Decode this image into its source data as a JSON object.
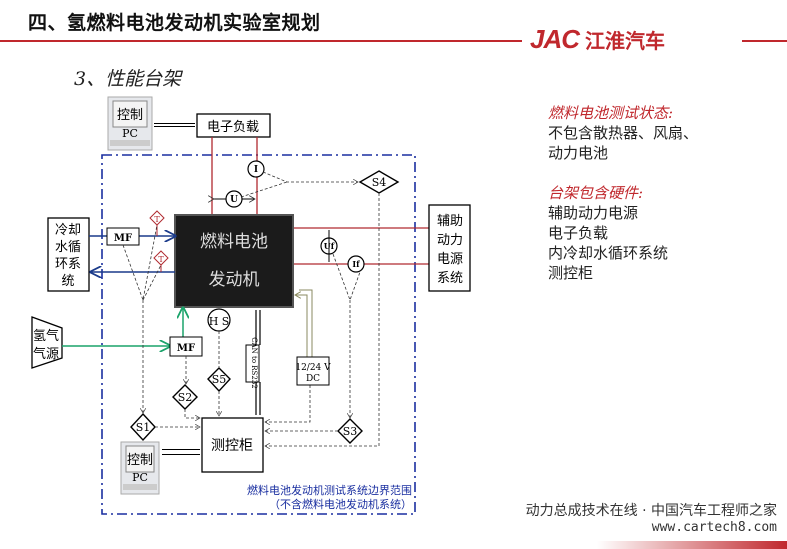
{
  "header": {
    "title": "四、氢燃料电池发动机实验室规划",
    "logo_en": "JAC",
    "logo_cn": "江淮汽车",
    "accent": "#c0282d"
  },
  "subtitle": "3、性能台架",
  "diagram": {
    "pc_top": {
      "l1": "控制",
      "l2": "PC"
    },
    "pc_bottom": {
      "l1": "控制",
      "l2": "PC"
    },
    "eload": "电子负载",
    "fc": {
      "l1": "燃料电池",
      "l2": "发动机"
    },
    "cooling": [
      "冷却",
      "水循",
      "环系",
      "统"
    ],
    "aux": [
      "辅助",
      "动力",
      "电源",
      "系统"
    ],
    "h2": [
      "氢气",
      "气源"
    ],
    "mf": "MF",
    "t": "T",
    "hs": "H S",
    "can": "CAN to RS232",
    "dc1": "12/24 V",
    "dc2": "DC",
    "controller": "测控柜",
    "sensors": {
      "i": "I",
      "u": "U",
      "uf": "Uf",
      "if": "If",
      "s1": "S1",
      "s2": "S2",
      "s3": "S3",
      "s4": "S4",
      "s5": "S5"
    },
    "boundary1": "燃料电池发动机测试系统边界范围",
    "boundary2": "（不含燃料电池发动机系统）"
  },
  "side": {
    "h1": "燃料电池测试状态:",
    "items1": [
      "不包含散热器、风扇、",
      "动力电池"
    ],
    "h2": "台架包含硬件:",
    "items2": [
      "辅助动力电源",
      "电子负载",
      "内冷却水循环系统",
      "测控柜"
    ]
  },
  "watermark": {
    "l1": "动力总成技术在线 · 中国汽车工程师之家",
    "url": "www.cartech8.com"
  }
}
